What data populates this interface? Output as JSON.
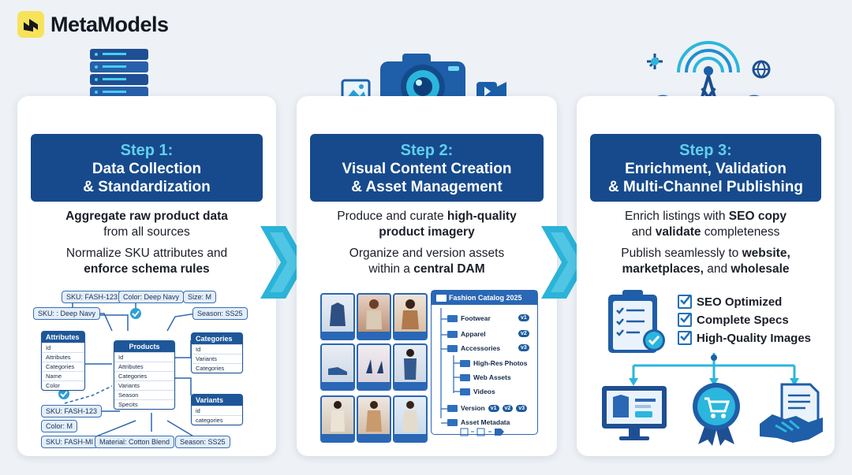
{
  "brand": {
    "name": "MetaModels",
    "logo_icon": "metamodels-logo-icon",
    "logo_color": "#f6e35b"
  },
  "colors": {
    "banner": "#174a8c",
    "step_accent": "#5fd0ef",
    "chevron": "#2bb3d8",
    "accent_blue": "#2a67b5"
  },
  "steps": [
    {
      "step_label": "Step 1:",
      "title_line1": "Data Collection",
      "title_line2": "& Standardization",
      "hero_icon": "server-stack-icon",
      "desc1_bold": "Aggregate raw product data",
      "desc1_rest": "from all sources",
      "desc2_pre": "Normalize SKU attributes and",
      "desc2_bold": "enforce schema rules",
      "tags": [
        "SKU: FASH-123",
        "Color: Deep Navy",
        "Size: M",
        "SKU: : Deep Navy",
        "Season: SS25",
        "SKU: FASH-123",
        "Color: M",
        "SKU: FASH-MI",
        "Material: Cotton Blend",
        "Season: SS25"
      ],
      "tables": {
        "attributes": {
          "title": "Attributes",
          "rows": [
            "Id",
            "Attributes",
            "Categories",
            "Name",
            "Color"
          ]
        },
        "products": {
          "title": "Products",
          "rows": [
            "Id",
            "Attributes",
            "Categories",
            "Variants",
            "Season",
            "Specits"
          ]
        },
        "categories": {
          "title": "Categories",
          "rows": [
            "Id",
            "Variants",
            "Categories"
          ]
        },
        "variants": {
          "title": "Variants",
          "rows": [
            "id",
            "categories"
          ]
        }
      }
    },
    {
      "step_label": "Step 2:",
      "title_line1": "Visual Content Creation",
      "title_line2": "& Asset Management",
      "hero_icon": "camera-icon",
      "side_icons": [
        "image-icon",
        "video-camera-icon"
      ],
      "desc1_pre": "Produce and curate",
      "desc1_bold": "high-quality",
      "desc1_bold2": "product imagery",
      "desc2_pre": "Organize and version assets",
      "desc2_pre2": "within a",
      "desc2_bold": "central DAM",
      "catalog": {
        "title": "Fashion Catalog 2025",
        "items": [
          {
            "label": "Footwear",
            "badge": "v1"
          },
          {
            "label": "Apparel",
            "badge": "v2"
          },
          {
            "label": "Accessories",
            "badge": "v3"
          },
          {
            "label": "High-Res Photos",
            "badge": ""
          },
          {
            "label": "Web Assets",
            "badge": ""
          },
          {
            "label": "Videos",
            "badge": ""
          },
          {
            "label": "Version",
            "badge": ""
          },
          {
            "label": "Asset Metadata",
            "badge": ""
          }
        ],
        "version_badges": [
          "v1",
          "v2",
          "v3"
        ]
      }
    },
    {
      "step_label": "Step 3:",
      "title_line1": "Enrichment, Validation",
      "title_line2": "& Multi-Channel Publishing",
      "hero_icon": "broadcast-tower-icon",
      "desc1_pre": "Enrich listings with",
      "desc1_bold": "SEO copy",
      "desc1_mid": "and",
      "desc1_bold2": "validate",
      "desc1_rest": "completeness",
      "desc2_pre": "Publish seamlessly to",
      "desc2_bold": "website,",
      "desc2_bold2": "marketplaces,",
      "desc2_mid": "and",
      "desc2_bold3": "wholesale",
      "checklist": [
        "SEO Optimized",
        "Complete Specs",
        "High-Quality Images"
      ],
      "channels": [
        "monitor-store-icon",
        "marketplace-badge-icon",
        "handshake-contract-icon"
      ]
    }
  ]
}
